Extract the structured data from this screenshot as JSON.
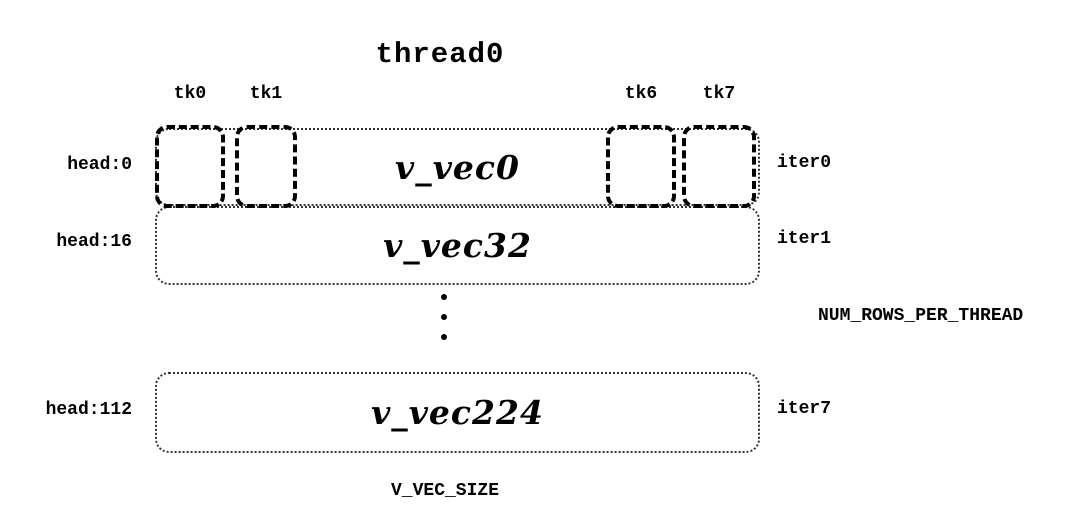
{
  "title": "thread0",
  "ticks": [
    {
      "label": "tk0"
    },
    {
      "label": "tk1"
    },
    {
      "label": "tk6"
    },
    {
      "label": "tk7"
    }
  ],
  "rows": [
    {
      "head": "head:0",
      "vec": "v_vec0",
      "iter": "iter0"
    },
    {
      "head": "head:16",
      "vec": "v_vec32",
      "iter": "iter1"
    },
    {
      "head": "head:112",
      "vec": "v_vec224",
      "iter": "iter7"
    }
  ],
  "annotations": {
    "rows_per_thread": "NUM_ROWS_PER_THREAD",
    "vec_size": "V_VEC_SIZE"
  },
  "colors": {
    "foreground": "#000000",
    "background": "#ffffff"
  }
}
